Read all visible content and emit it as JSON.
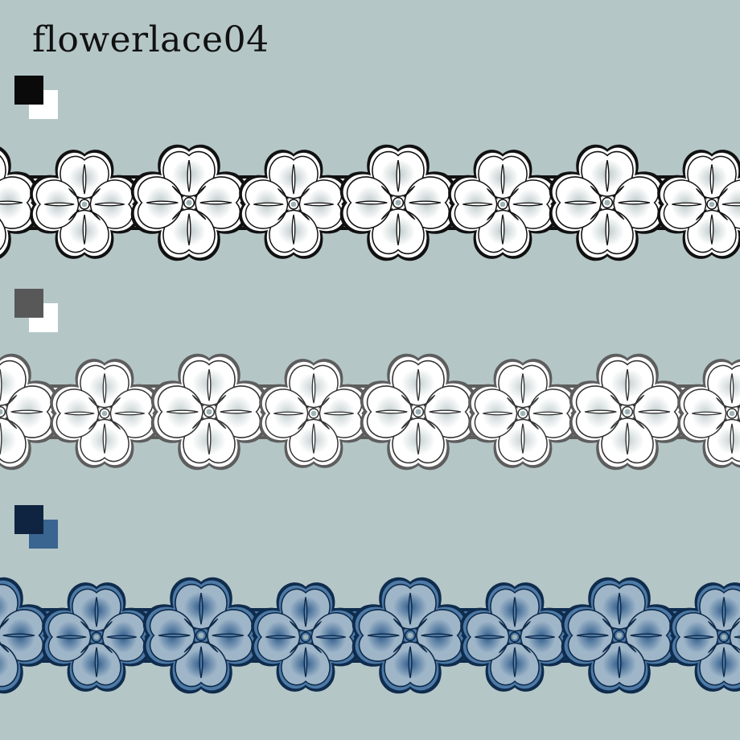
{
  "title": "flowerlace04",
  "variants": [
    {
      "id": "black-white",
      "swatch": {
        "primary": "#0a0a0a",
        "secondary": "#ffffff"
      },
      "lace": {
        "outer": "#111111",
        "inner": "#ffffff",
        "fill_a": "#ffffff",
        "fill_b": "#bdc9ca",
        "line": "#111111"
      }
    },
    {
      "id": "gray-white",
      "swatch": {
        "primary": "#585858",
        "secondary": "#ffffff"
      },
      "lace": {
        "outer": "#5d5d5d",
        "inner": "#ffffff",
        "fill_a": "#ffffff",
        "fill_b": "#c5d0d1",
        "line": "#333333"
      }
    },
    {
      "id": "navy-blue",
      "swatch": {
        "primary": "#0e2440",
        "secondary": "#3b6591"
      },
      "lace": {
        "outer": "#0f2c4d",
        "inner": "#4d7aa6",
        "fill_a": "#9fb6c9",
        "fill_b": "#2e5b8b",
        "line": "#0d2847"
      }
    }
  ]
}
